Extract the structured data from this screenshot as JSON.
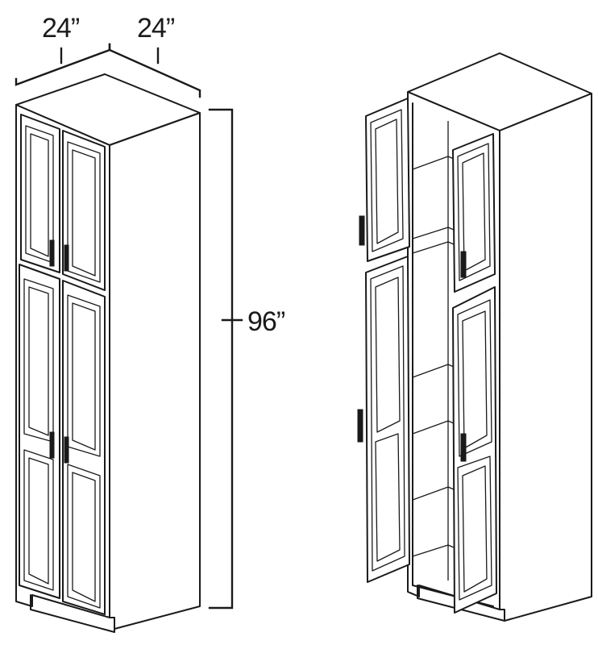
{
  "dimensions": {
    "width_label": "24”",
    "depth_label": "24”",
    "height_label": "96”"
  },
  "colors": {
    "line": "#1a1a1a",
    "background": "#ffffff"
  }
}
